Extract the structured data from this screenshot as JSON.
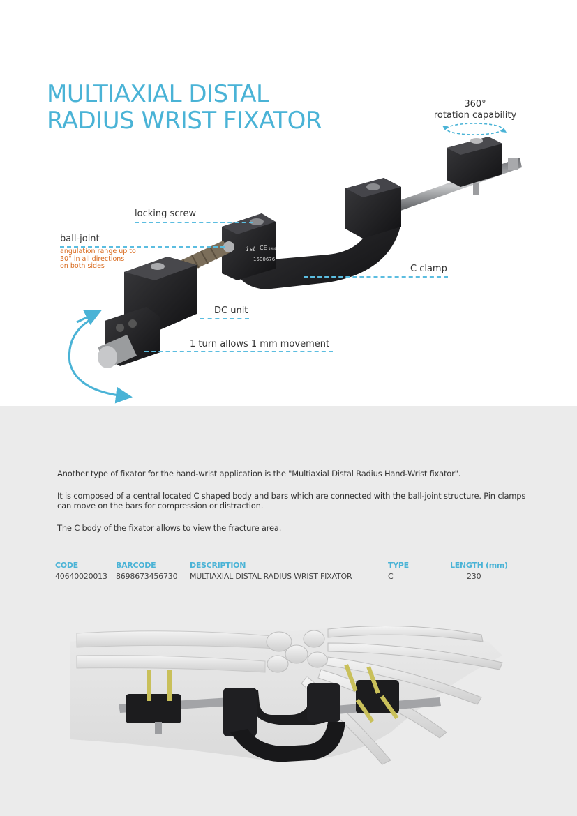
{
  "page": {
    "title_line1": "MULTIAXIAL DISTAL",
    "title_line2": "RADIUS WRIST FIXATOR"
  },
  "callouts": {
    "rotation_degrees": "360°",
    "rotation_text": "rotation capability",
    "locking_screw": "locking screw",
    "ball_joint": "ball-joint",
    "angulation_note_line1": "angulation range up to",
    "angulation_note_line2": "30° in all directions",
    "angulation_note_line3": "on both sides",
    "c_clamp": "C clamp",
    "dc_unit": "DC unit",
    "turn_movement": "1 turn allows 1 mm movement"
  },
  "device_marking": {
    "brand": "1st",
    "ce": "CE",
    "ce_number": "1984",
    "serial": "1500676"
  },
  "description": {
    "para1": "Another type of fixator for the hand-wrist application is  the \"Multiaxial Distal Radius Hand-Wrist fixator\".",
    "para2": "It is composed of a central located C shaped body and bars which are connected with the ball-joint structure. Pin clamps can move on the bars for compression or distraction.",
    "para3": "The C body of the fixator allows to view the fracture area."
  },
  "table": {
    "headers": [
      "CODE",
      "BARCODE",
      "DESCRIPTION",
      "TYPE",
      "LENGTH (mm)"
    ],
    "row": [
      "40640020013",
      "8698673456730",
      "MULTIAXIAL DISTAL RADIUS WRIST FIXATOR",
      "C",
      "230"
    ]
  },
  "colors": {
    "accent": "#4ab3d6",
    "note_orange": "#d8691c",
    "device_black": "#1c1c1e"
  }
}
